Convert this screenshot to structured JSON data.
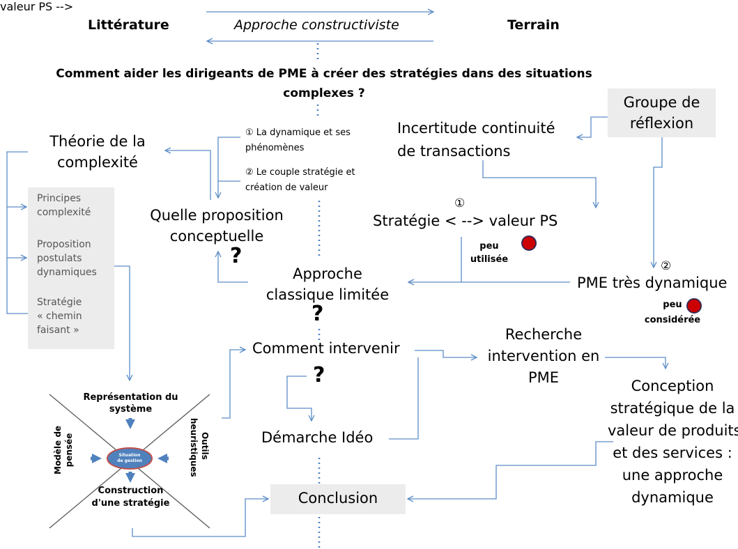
{
  "header": {
    "literature": "Littérature",
    "approach": "Approche constructiviste",
    "field": "Terrain"
  },
  "question": {
    "line1": "Comment aider les dirigeants de PME à créer des stratégies dans des situations",
    "line2": "complexes ?"
  },
  "nodes": {
    "complexity_theory": [
      "Théorie de la",
      "complexité"
    ],
    "dynamics": [
      "① La dynamique et ses",
      "phénomènes"
    ],
    "strategy_couple": [
      "② Le couple stratégie et",
      "création de valeur"
    ],
    "conceptual_proposal": [
      "Quelle proposition",
      "conceptuelle"
    ],
    "uncertainty": [
      "Incertitude continuité",
      "de transactions"
    ],
    "reflection_group": [
      "Groupe de",
      "réflexion"
    ],
    "strategy_value": "Stratégie < --> valeur PS",
    "strategy_value_marker": "①",
    "little_used": [
      "peu",
      "utilisée"
    ],
    "classic_approach": [
      "Approche",
      "classique limitée"
    ],
    "dynamic_sme": "PME très dynamique",
    "dynamic_sme_marker": "②",
    "little_considered": [
      "peu",
      "considérée"
    ],
    "how_intervene": "Comment intervenir",
    "research_intervention": [
      "Recherche",
      "intervention en",
      "PME"
    ],
    "ideo_approach": "Démarche Idéo",
    "design": [
      "Conception",
      "stratégique de la",
      "valeur de produits",
      "et des services :",
      "une approche",
      "dynamique"
    ],
    "conclusion": "Conclusion"
  },
  "principles": [
    [
      "Principes",
      "complexité"
    ],
    [
      "Proposition",
      "postulats",
      "dynamiques"
    ],
    [
      "Stratégie",
      "« chemin",
      "faisant »"
    ]
  ],
  "system_diagram": {
    "top": [
      "Représentation du",
      "système"
    ],
    "left": [
      "Modèle de",
      "pensée"
    ],
    "right": [
      "Outils",
      "heuristiques"
    ],
    "center": [
      "Situation",
      "de gestion"
    ],
    "bottom": [
      "Construction",
      "d'une stratégie"
    ]
  },
  "question_mark": "?",
  "colors": {
    "arrow": "#5b8cc6",
    "dotted_line": "#4a7fc1",
    "box": "#ececec",
    "marker_dot": "#cc0000",
    "ellipse_fill": "#4f81bd",
    "ellipse_border": "#c0504d"
  }
}
